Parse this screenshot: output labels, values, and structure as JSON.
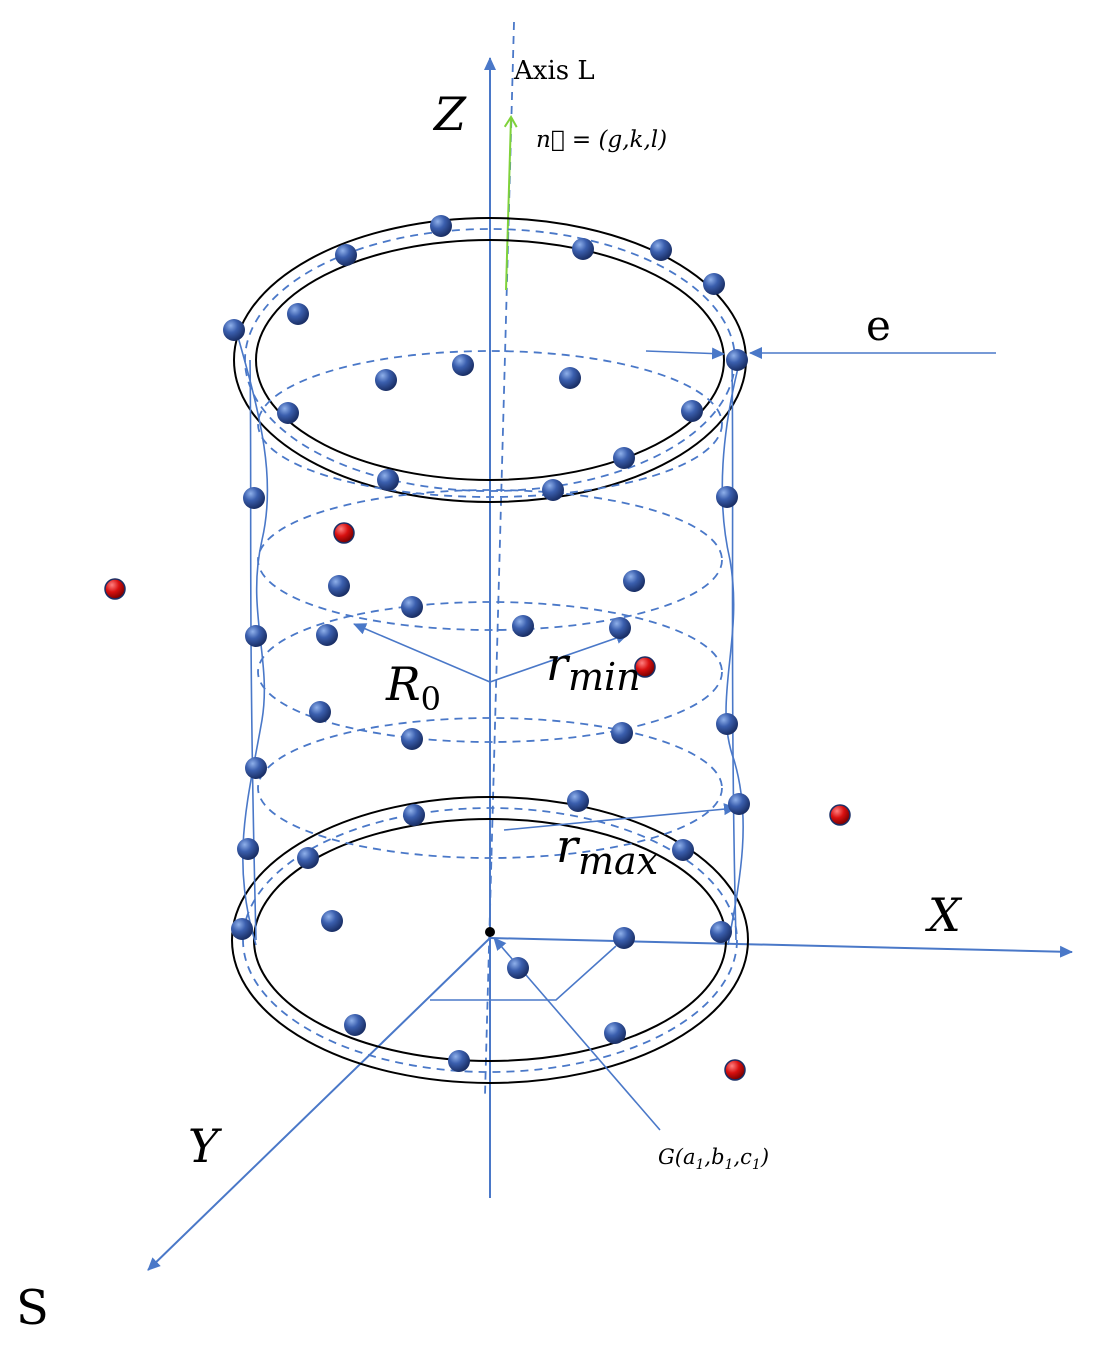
{
  "labels": {
    "axis_l": "Axis L",
    "normal_vector": "n⃗ = (g,k,l)",
    "z": "Z",
    "x": "X",
    "y": "Y",
    "e": "e",
    "r0": "R",
    "r0_sub": "0",
    "rmin": "r",
    "rmin_sub": "min",
    "rmax": "r",
    "rmax_sub": "max",
    "g_point": "G(a",
    "g_point_rest": ",b",
    "g_point_rest2": ",c",
    "g_point_end": ")",
    "g_sub": "1",
    "s": "S"
  },
  "colors": {
    "axis": "#4a78c8",
    "normal": "#7fd23a",
    "blue_point": "#2f4f9a",
    "red_point": "#d01010",
    "ring": "#000000"
  }
}
